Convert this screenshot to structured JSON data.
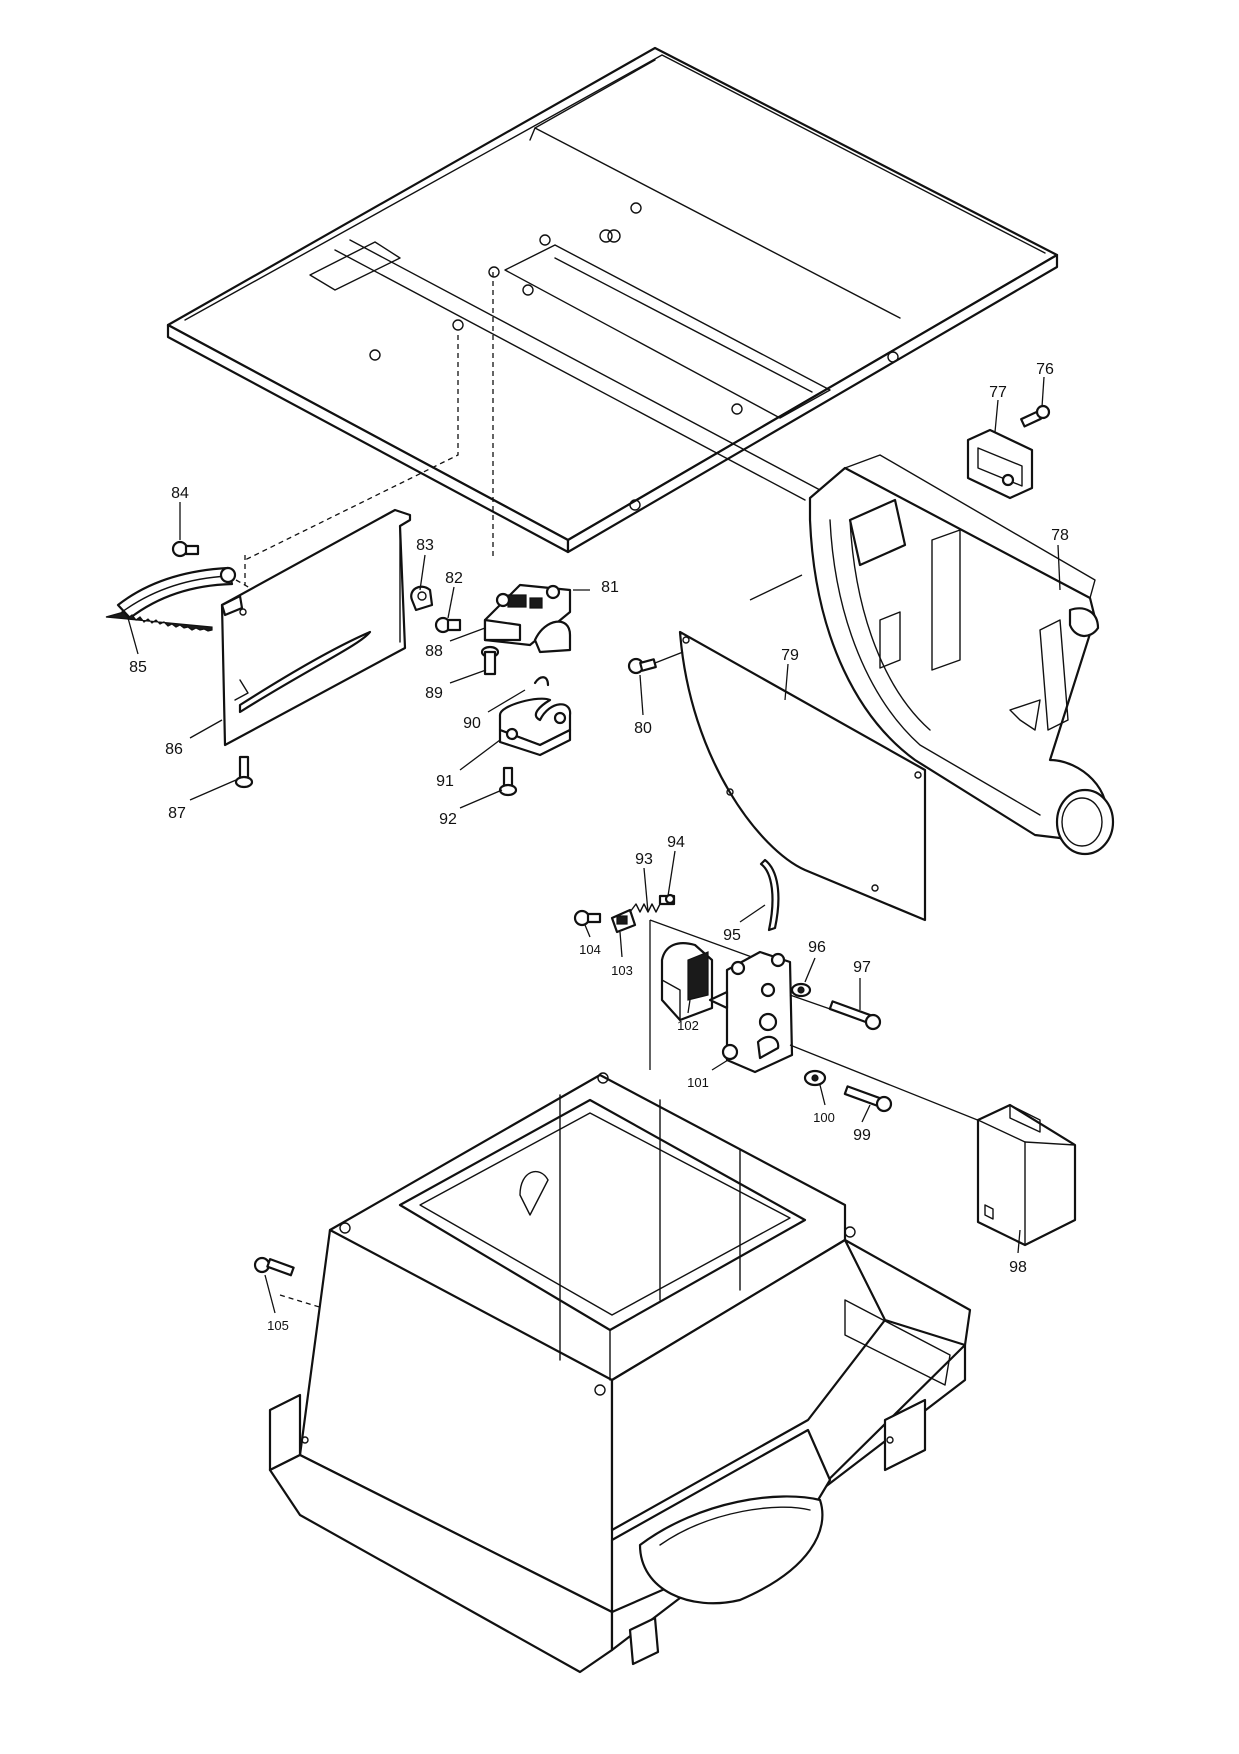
{
  "diagram": {
    "callouts": {
      "c76": "76",
      "c77": "77",
      "c78": "78",
      "c79": "79",
      "c80": "80",
      "c81": "81",
      "c82": "82",
      "c83": "83",
      "c84": "84",
      "c85": "85",
      "c86": "86",
      "c87": "87",
      "c88": "88",
      "c89": "89",
      "c90": "90",
      "c91": "91",
      "c92": "92",
      "c93": "93",
      "c94": "94",
      "c95": "95",
      "c96": "96",
      "c97": "97",
      "c98": "98",
      "c99": "99",
      "c100": "100",
      "c101": "101",
      "c102": "102",
      "c103": "103",
      "c104": "104",
      "c105": "105"
    }
  }
}
